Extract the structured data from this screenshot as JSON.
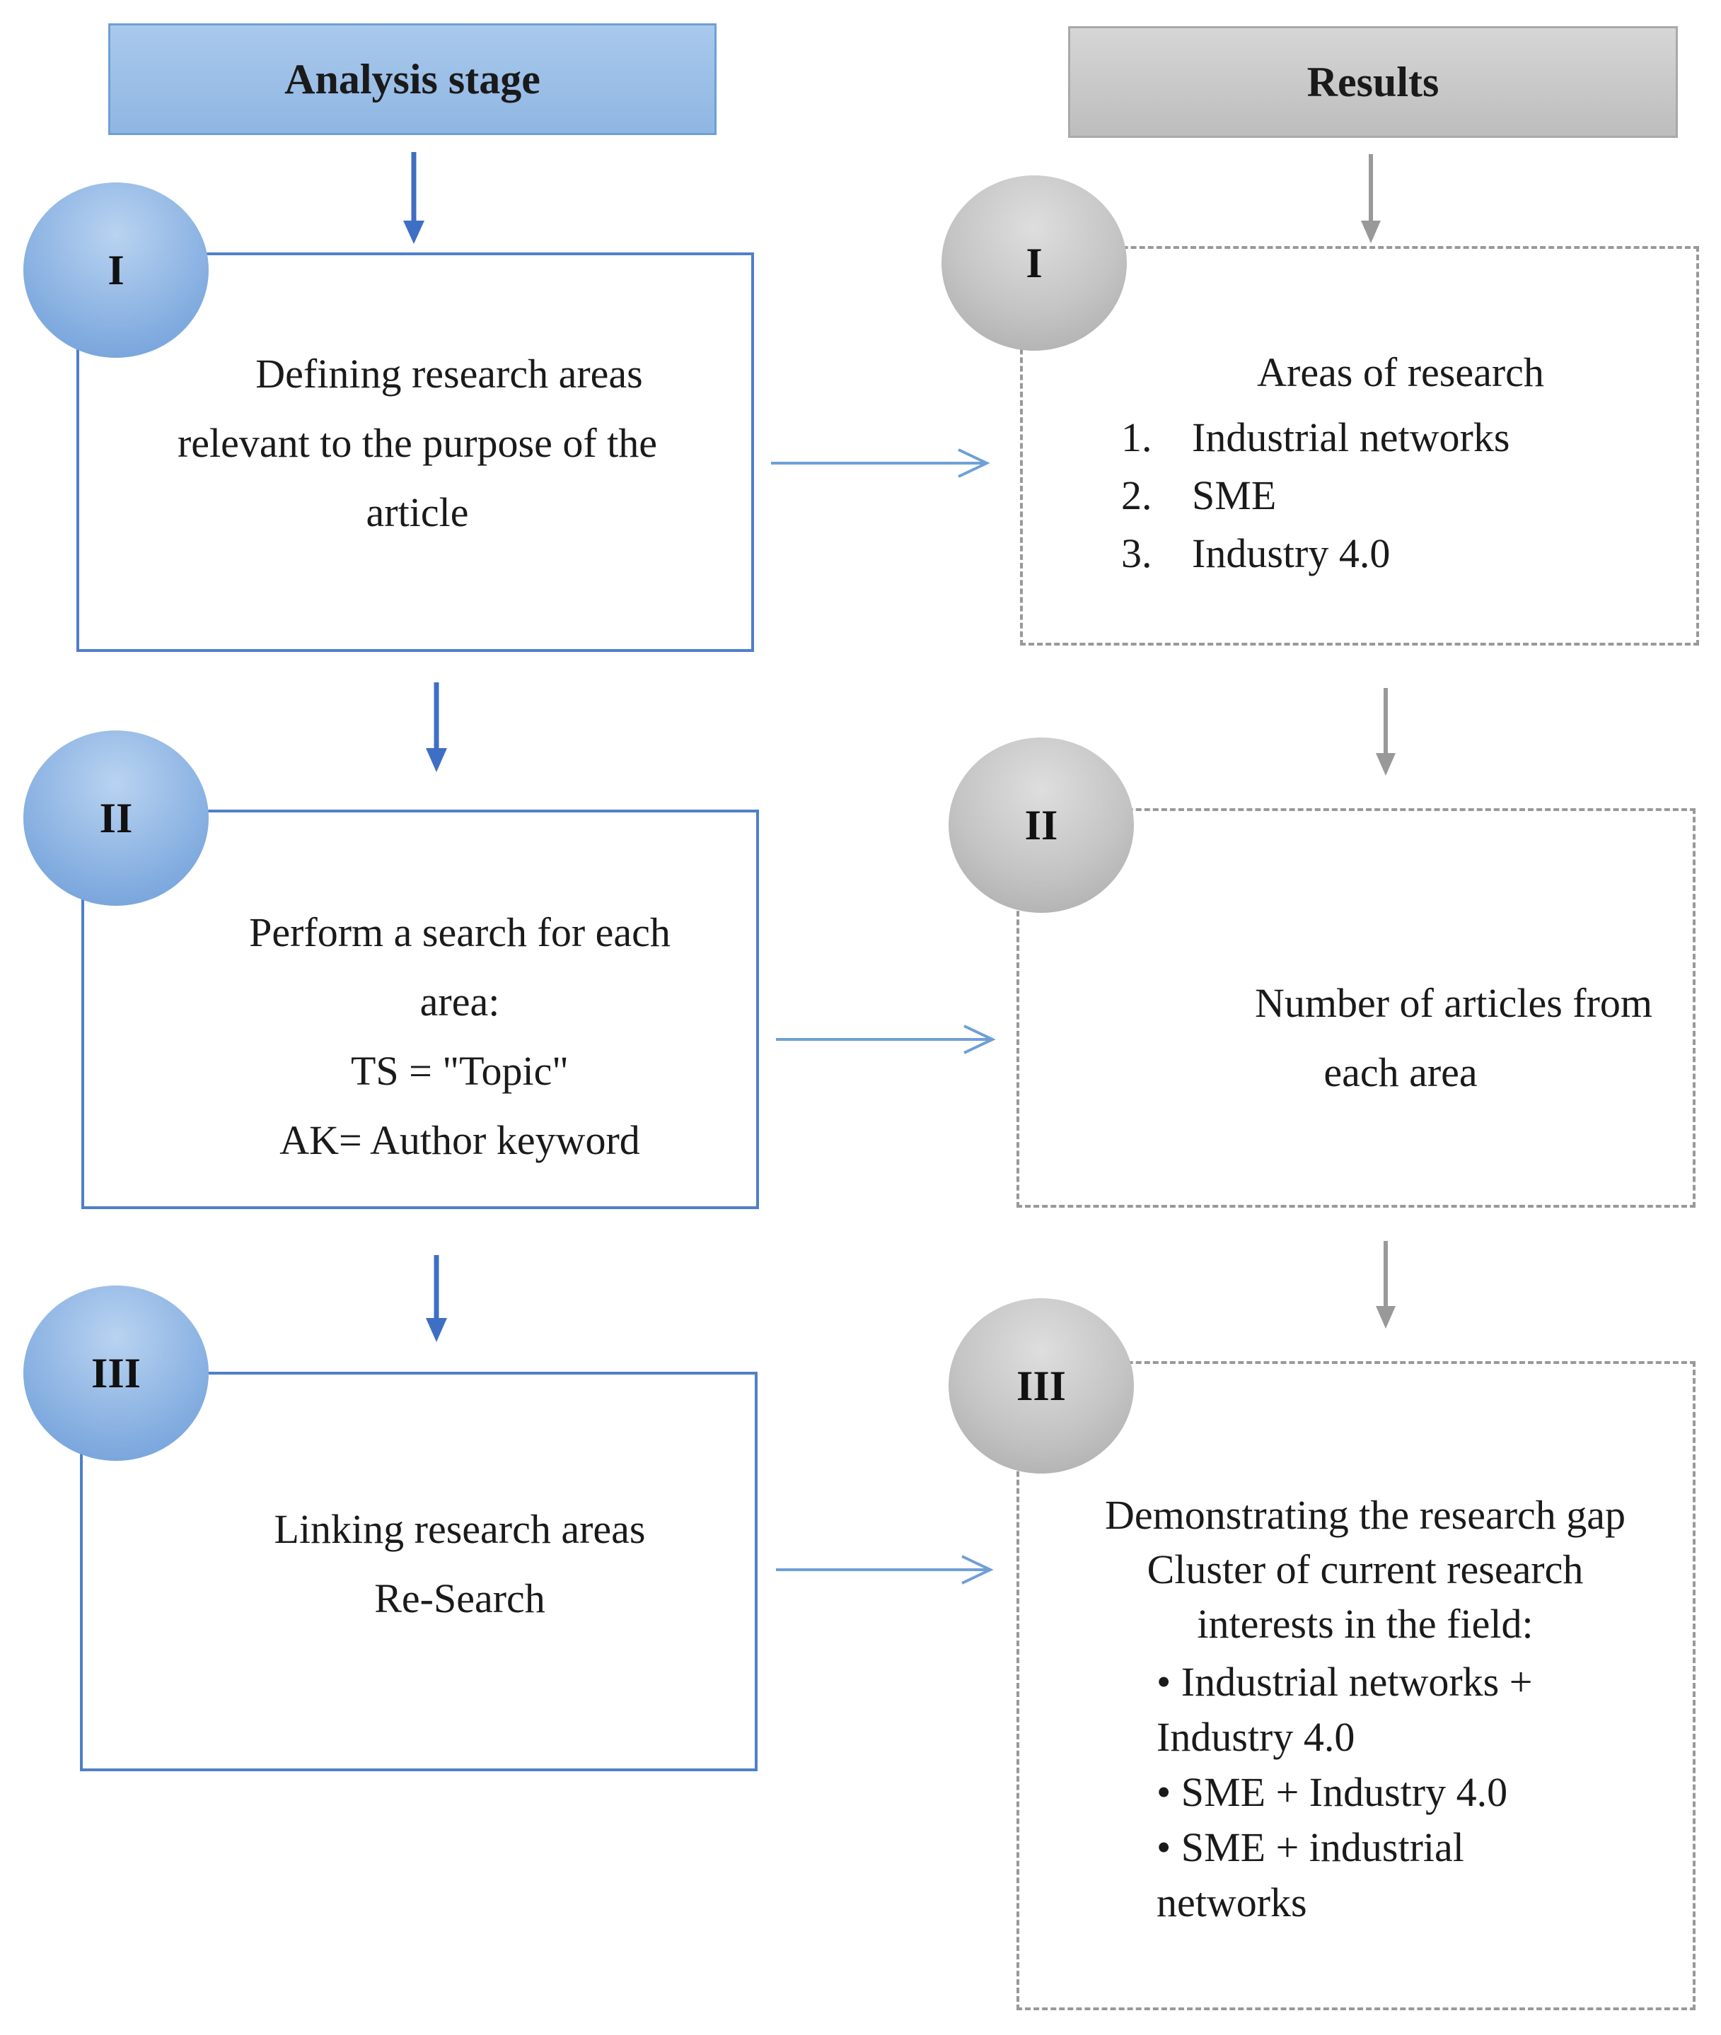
{
  "headers": {
    "analysis": "Analysis stage",
    "results": "Results"
  },
  "analysis": [
    {
      "numeral": "I",
      "lines": [
        "Defining research areas",
        "relevant to the purpose of the",
        "article"
      ]
    },
    {
      "numeral": "II",
      "lines": [
        "Perform a search for each",
        "area:",
        "TS = \"Topic\"",
        "AK= Author keyword"
      ]
    },
    {
      "numeral": "III",
      "lines": [
        "Linking research areas",
        "Re-Search"
      ]
    }
  ],
  "results": [
    {
      "numeral": "I",
      "title": "Areas of research",
      "list": [
        {
          "num": "1.",
          "text": "Industrial networks"
        },
        {
          "num": "2.",
          "text": "SME"
        },
        {
          "num": "3.",
          "text": "Industry 4.0"
        }
      ]
    },
    {
      "numeral": "II",
      "lines": [
        "Number of articles from",
        "each area"
      ]
    },
    {
      "numeral": "III",
      "lines": [
        "Demonstrating the research gap",
        "Cluster of current research",
        "interests in the field:"
      ],
      "bullets": [
        [
          "• Industrial networks +",
          "Industry 4.0"
        ],
        [
          "• SME + Industry 4.0"
        ],
        [
          "• SME + industrial",
          "networks"
        ]
      ]
    }
  ],
  "colors": {
    "blue_arrow": "#3f6fc4",
    "gray_arrow": "#999999",
    "connector": "#6f9fd6"
  }
}
